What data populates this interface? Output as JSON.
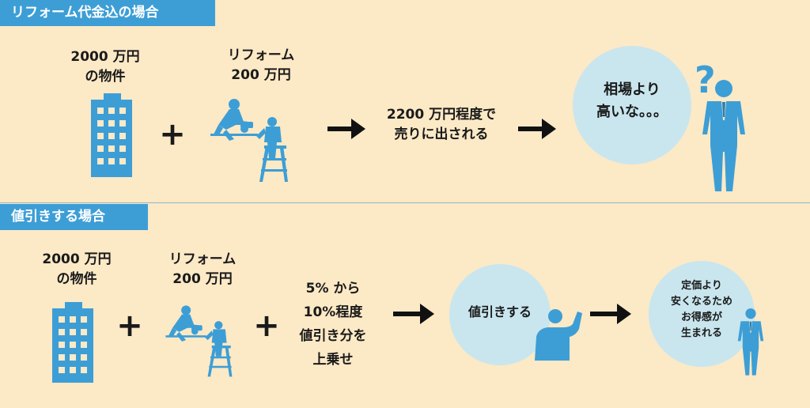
{
  "section1": {
    "title": "リフォーム代金込の場合",
    "property": [
      "2000 万円",
      "の物件"
    ],
    "reform": [
      "リフォーム",
      "200 万円"
    ],
    "result": [
      "2200 万円程度で",
      "売りに出される"
    ],
    "reaction": [
      "相場より",
      "高いな。。。"
    ]
  },
  "section2": {
    "title": "値引きする場合",
    "property": [
      "2000 万円",
      "の物件"
    ],
    "reform": [
      "リフォーム",
      "200 万円"
    ],
    "markup": [
      "5% から",
      "10%程度",
      "値引き分を",
      "上乗せ"
    ],
    "discount": "値引きする",
    "benefit": [
      "定価より",
      "安くなるため",
      "お得感が",
      "生まれる"
    ]
  },
  "colors": {
    "background": "#fce9c6",
    "accent": "#3d9ed6",
    "circle": "#c9e6ee",
    "arrow": "#111111"
  },
  "icons": {
    "building": "building-icon",
    "worker": "carpenter-worker-icon",
    "plus": "plus-icon",
    "arrow": "right-arrow-icon",
    "person": "businessman-icon",
    "question": "question-mark-icon",
    "waving": "waving-person-icon"
  }
}
